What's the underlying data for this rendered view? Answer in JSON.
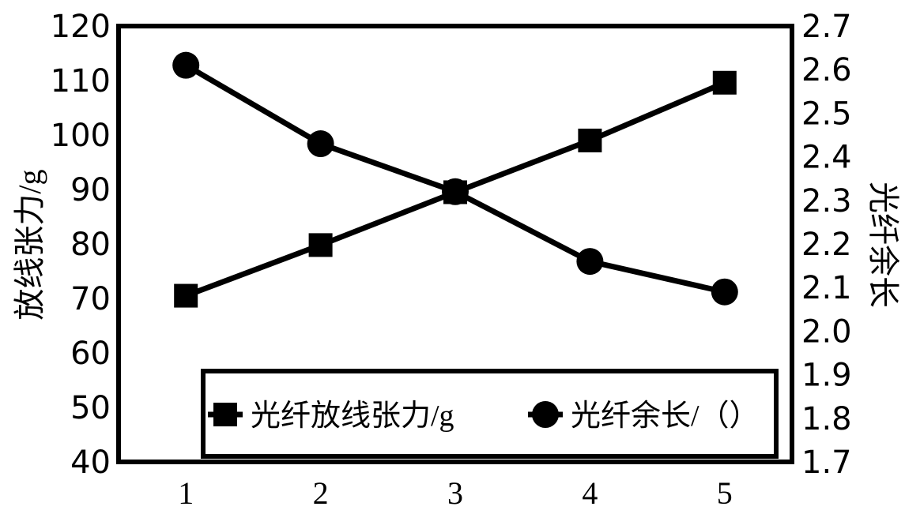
{
  "chart_data": {
    "type": "line",
    "title": "",
    "xlabel": "",
    "categories": [
      "1",
      "2",
      "3",
      "4",
      "5"
    ],
    "grid": false,
    "legend_position": "inside-bottom-center",
    "series": [
      {
        "name": "光纤放线张力/g",
        "marker": "square",
        "axis": "left",
        "color": "#000000",
        "values": [
          70.5,
          79.8,
          89.5,
          99.0,
          109.6
        ]
      },
      {
        "name": "光纤余长/（）",
        "marker": "circle",
        "axis": "right",
        "color": "#000000",
        "values": [
          2.61,
          2.43,
          2.32,
          2.16,
          2.09
        ]
      }
    ],
    "left_axis": {
      "label": "放线张力/g",
      "ylim": [
        40,
        120
      ],
      "step": 10,
      "ticks": [
        "120",
        "110",
        "100",
        "90",
        "80",
        "70",
        "60",
        "50",
        "40"
      ]
    },
    "right_axis": {
      "label": "光纤余长",
      "ylim": [
        1.7,
        2.7
      ],
      "step": 0.1,
      "ticks": [
        "2.7",
        "2.6",
        "2.5",
        "2.4",
        "2.3",
        "2.2",
        "2.1",
        "2.0",
        "1.9",
        "1.8",
        "1.7"
      ]
    }
  }
}
